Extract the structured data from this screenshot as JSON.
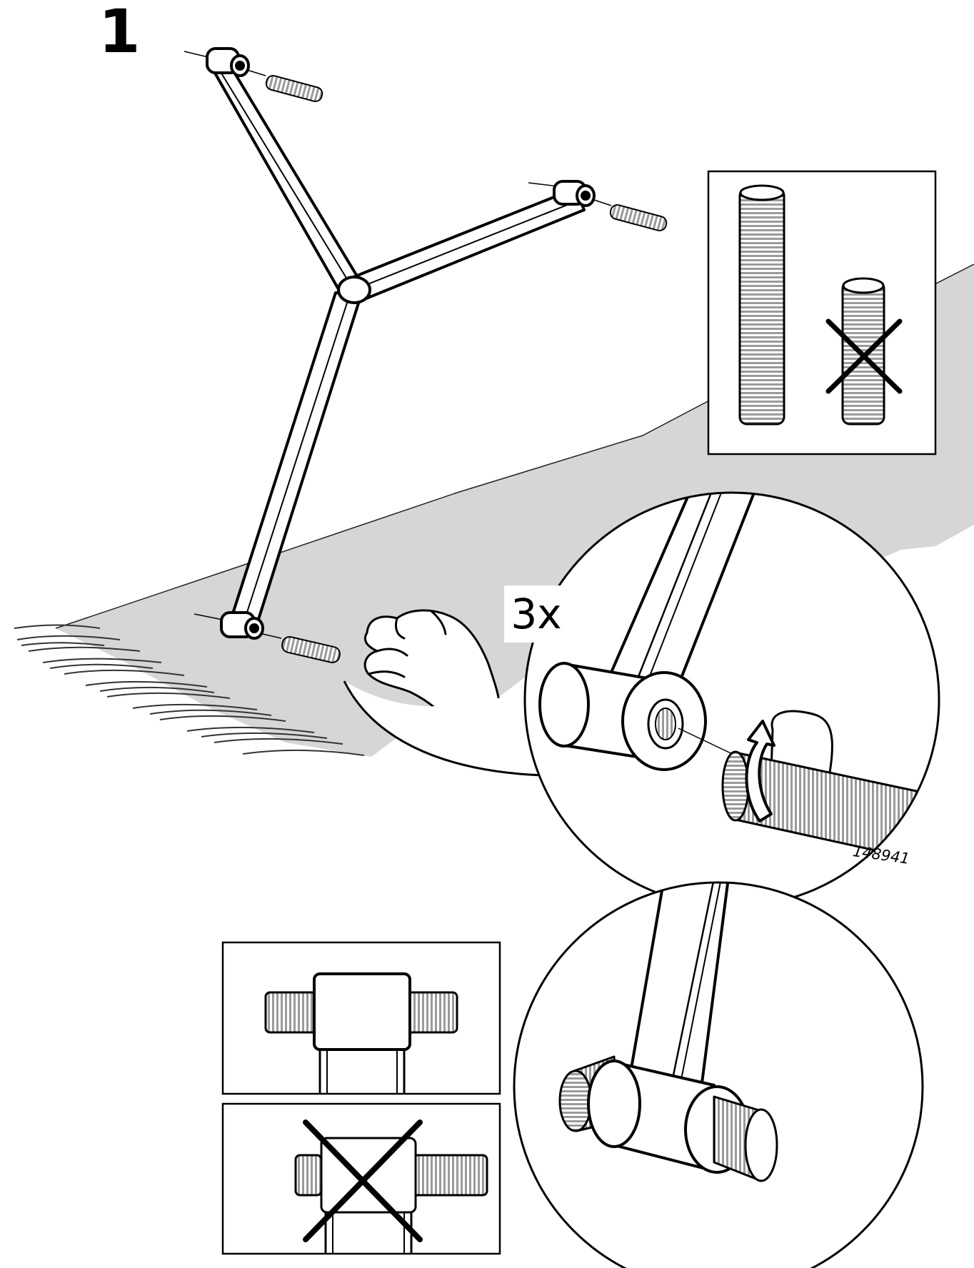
{
  "diagram": {
    "step_number": "1",
    "quantity": "3x",
    "part_number": "148941",
    "icons": {
      "insert_detail": "zoom-circle-bolt-insert",
      "correct_bolt": "bolt-long-correct",
      "wrong_bolt": "bolt-short-wrong",
      "correct_fit": "equal-protrusion-correct",
      "wrong_fit": "unequal-protrusion-wrong",
      "result_detail": "zoom-circle-bolt-result",
      "rotate": "rotate-clockwise-arrow",
      "hand": "hand-icon",
      "rug": "rug-floor"
    },
    "colors": {
      "ink": "#000000",
      "floor": "#d6d6d6",
      "paper": "#ffffff"
    }
  }
}
